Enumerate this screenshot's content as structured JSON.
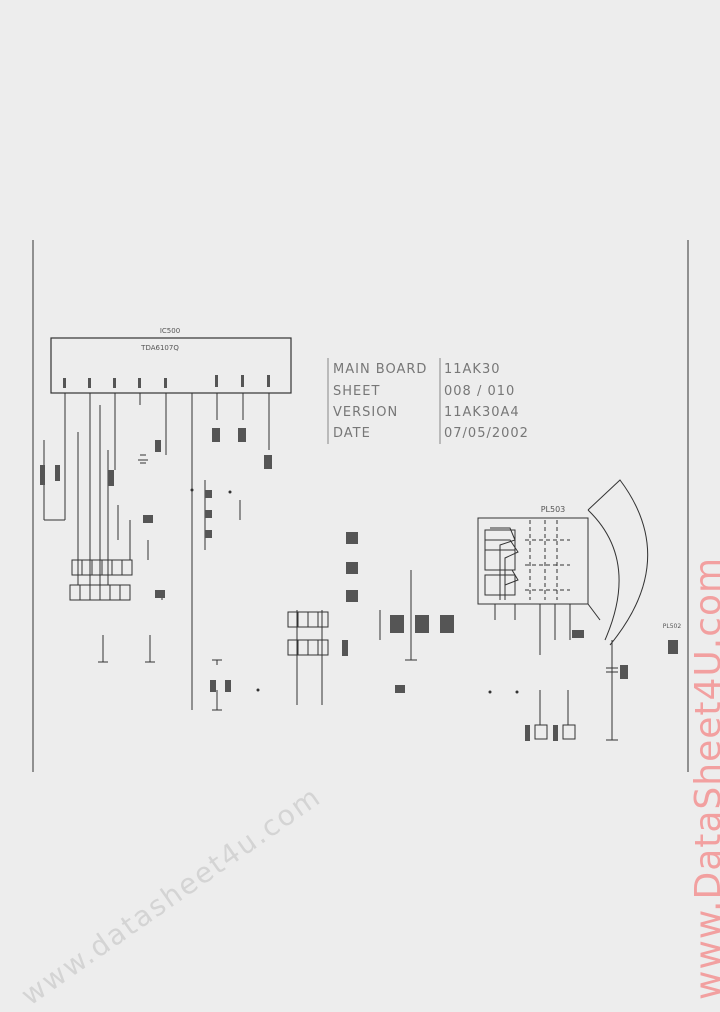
{
  "ic": {
    "ref": "IC500",
    "part": "TDA6107Q"
  },
  "title_block": {
    "main_board_label": "MAIN BOARD",
    "main_board_value": "11AK30",
    "sheet_label": "SHEET",
    "sheet_value": "008 / 010",
    "version_label": "VERSION",
    "version_value": "11AK30A4",
    "date_label": "DATE",
    "date_value": "07/05/2002"
  },
  "connector_label": "PL503",
  "right_connector": "PL502",
  "watermark_right": "www.DataSheet4U.com",
  "watermark_diag": "www.datasheet4u.com",
  "colors": {
    "background": "#ededed",
    "line": "#333333",
    "watermark": "#f2a0a0"
  }
}
